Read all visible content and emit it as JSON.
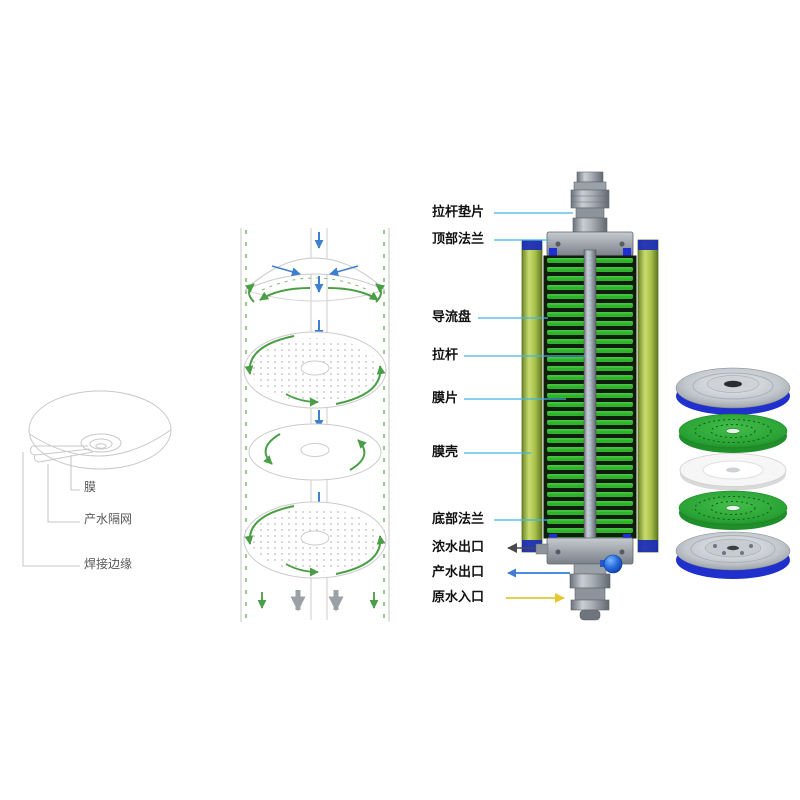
{
  "page": {
    "background": "#ffffff"
  },
  "disc_detail": {
    "labels": [
      {
        "text": "膜"
      },
      {
        "text": "产水隔网"
      },
      {
        "text": "焊接边缘"
      }
    ]
  },
  "module": {
    "callout_labels": [
      {
        "text": "拉杆垫片"
      },
      {
        "text": "顶部法兰"
      },
      {
        "text": "导流盘"
      },
      {
        "text": "拉杆"
      },
      {
        "text": "膜片"
      },
      {
        "text": "膜壳"
      },
      {
        "text": "底部法兰"
      }
    ],
    "ports": [
      {
        "text": "浓水出口",
        "color": "#4a4a4a",
        "direction": "out"
      },
      {
        "text": "产水出口",
        "color": "#1565d8",
        "direction": "out"
      },
      {
        "text": "原水入口",
        "color": "#e3c832",
        "direction": "in"
      }
    ],
    "colors": {
      "callout_line": "#3fb6e3",
      "housing_green": "#9ab33f",
      "membrane_green": "#2fb32a",
      "flange_seal_blue": "#1e2fd6",
      "metal_gray": "#9aa0a6"
    }
  },
  "flow_diagram": {
    "arrow_colors": {
      "feed_circulation": "#4a9e45",
      "permeate_down": "#3f7fd0",
      "outflow": "#9aa0a6"
    }
  },
  "exploded_view": {
    "discs": [
      {
        "name": "top-flange-disc",
        "color": "#b9bec4"
      },
      {
        "name": "membrane-disc",
        "color": "#2fae3c"
      },
      {
        "name": "spacer-disc",
        "color": "#f2f2f2"
      },
      {
        "name": "membrane-disc",
        "color": "#2fae3c"
      },
      {
        "name": "bottom-flange-disc",
        "color": "#b9bec4"
      }
    ]
  }
}
